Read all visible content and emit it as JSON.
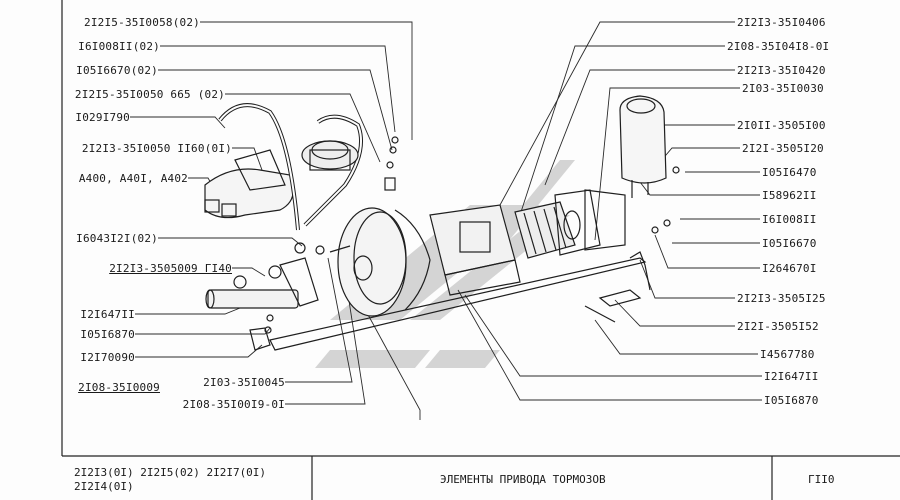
{
  "left_labels": [
    {
      "text": "2I2I5-35I0058(02)"
    },
    {
      "text": "I6I008II(02)"
    },
    {
      "text": "I05I6670(02)"
    },
    {
      "text": "2I2I5-35I0050 665 (02)"
    },
    {
      "text": "I029I790"
    },
    {
      "text": "2I2I3-35I0050 II60(0I)"
    },
    {
      "text": "A400, A40I, A402"
    },
    {
      "text": "I6043I2I(02)"
    },
    {
      "text": "2I2I3-3505009 ГI40"
    },
    {
      "text": "I2I647II"
    },
    {
      "text": "I05I6870"
    },
    {
      "text": "I2I70090"
    },
    {
      "text": "2I08-35I0009"
    },
    {
      "text": "2I03-35I0045"
    },
    {
      "text": "2I08-35I00I9-0I"
    }
  ],
  "right_labels": [
    {
      "text": "2I2I3-35I0406"
    },
    {
      "text": "2I08-35I04I8-0I"
    },
    {
      "text": "2I2I3-35I0420"
    },
    {
      "text": "2I03-35I0030"
    },
    {
      "text": "2I0II-3505I00"
    },
    {
      "text": "2I2I-3505I20"
    },
    {
      "text": "I05I6470"
    },
    {
      "text": "I58962II"
    },
    {
      "text": "I6I008II"
    },
    {
      "text": "I05I6670"
    },
    {
      "text": "I264670I"
    },
    {
      "text": "2I2I3-3505I25"
    },
    {
      "text": "2I2I-3505I52"
    },
    {
      "text": "I4567780"
    },
    {
      "text": "I2I647II"
    },
    {
      "text": "I05I6870"
    }
  ],
  "footer": {
    "models_line1": "2I2I3(0I)  2I2I5(02)  2I2I7(0I)",
    "models_line2": "2I2I4(0I)",
    "title": "ЭЛЕМЕНТЫ  ПРИВОДА  ТОРМОЗОВ",
    "page_code": "ГII0"
  },
  "colors": {
    "ink": "#1a1a1a",
    "watermark": "#d2d2d2",
    "paper": "#fdfdfd"
  }
}
